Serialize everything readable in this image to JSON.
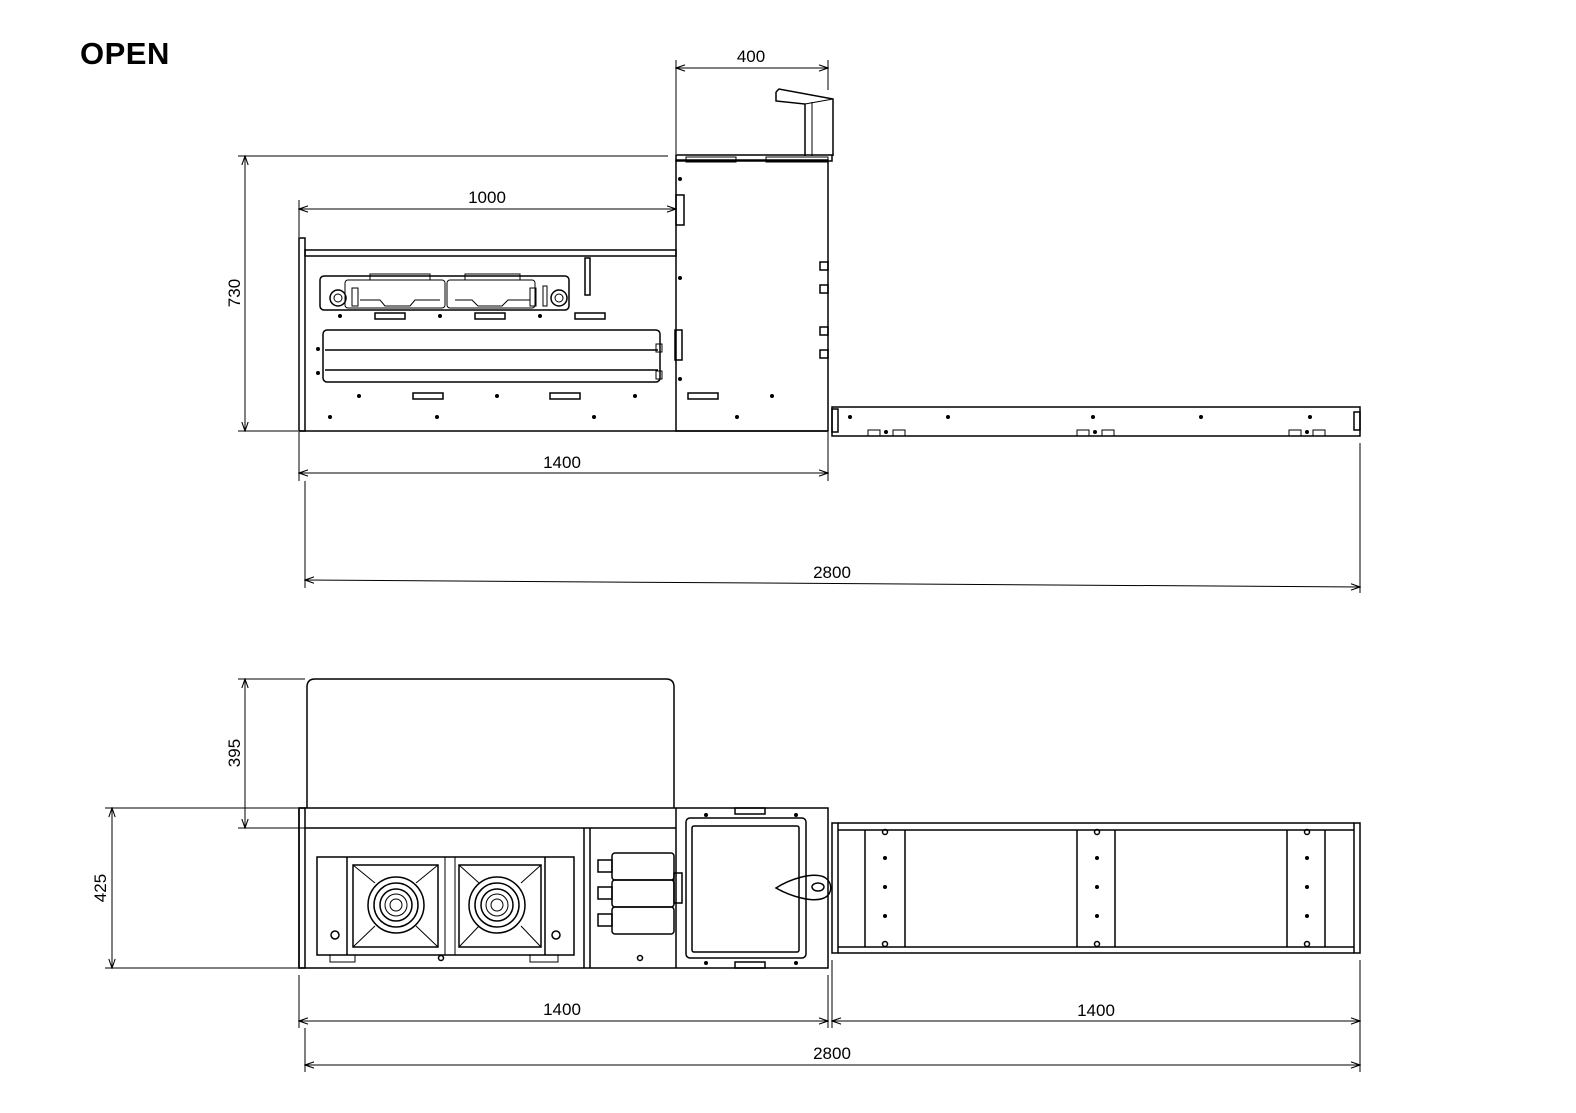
{
  "title": "OPEN",
  "elevation": {
    "dimensions": {
      "column_width": "400",
      "cooker_width": "1000",
      "height": "730",
      "unit_length": "1400",
      "total_length": "2800"
    }
  },
  "plan": {
    "dimensions": {
      "lid_height": "395",
      "depth": "425",
      "unit_length": "1400",
      "extension_length": "1400",
      "total_length": "2800"
    }
  }
}
